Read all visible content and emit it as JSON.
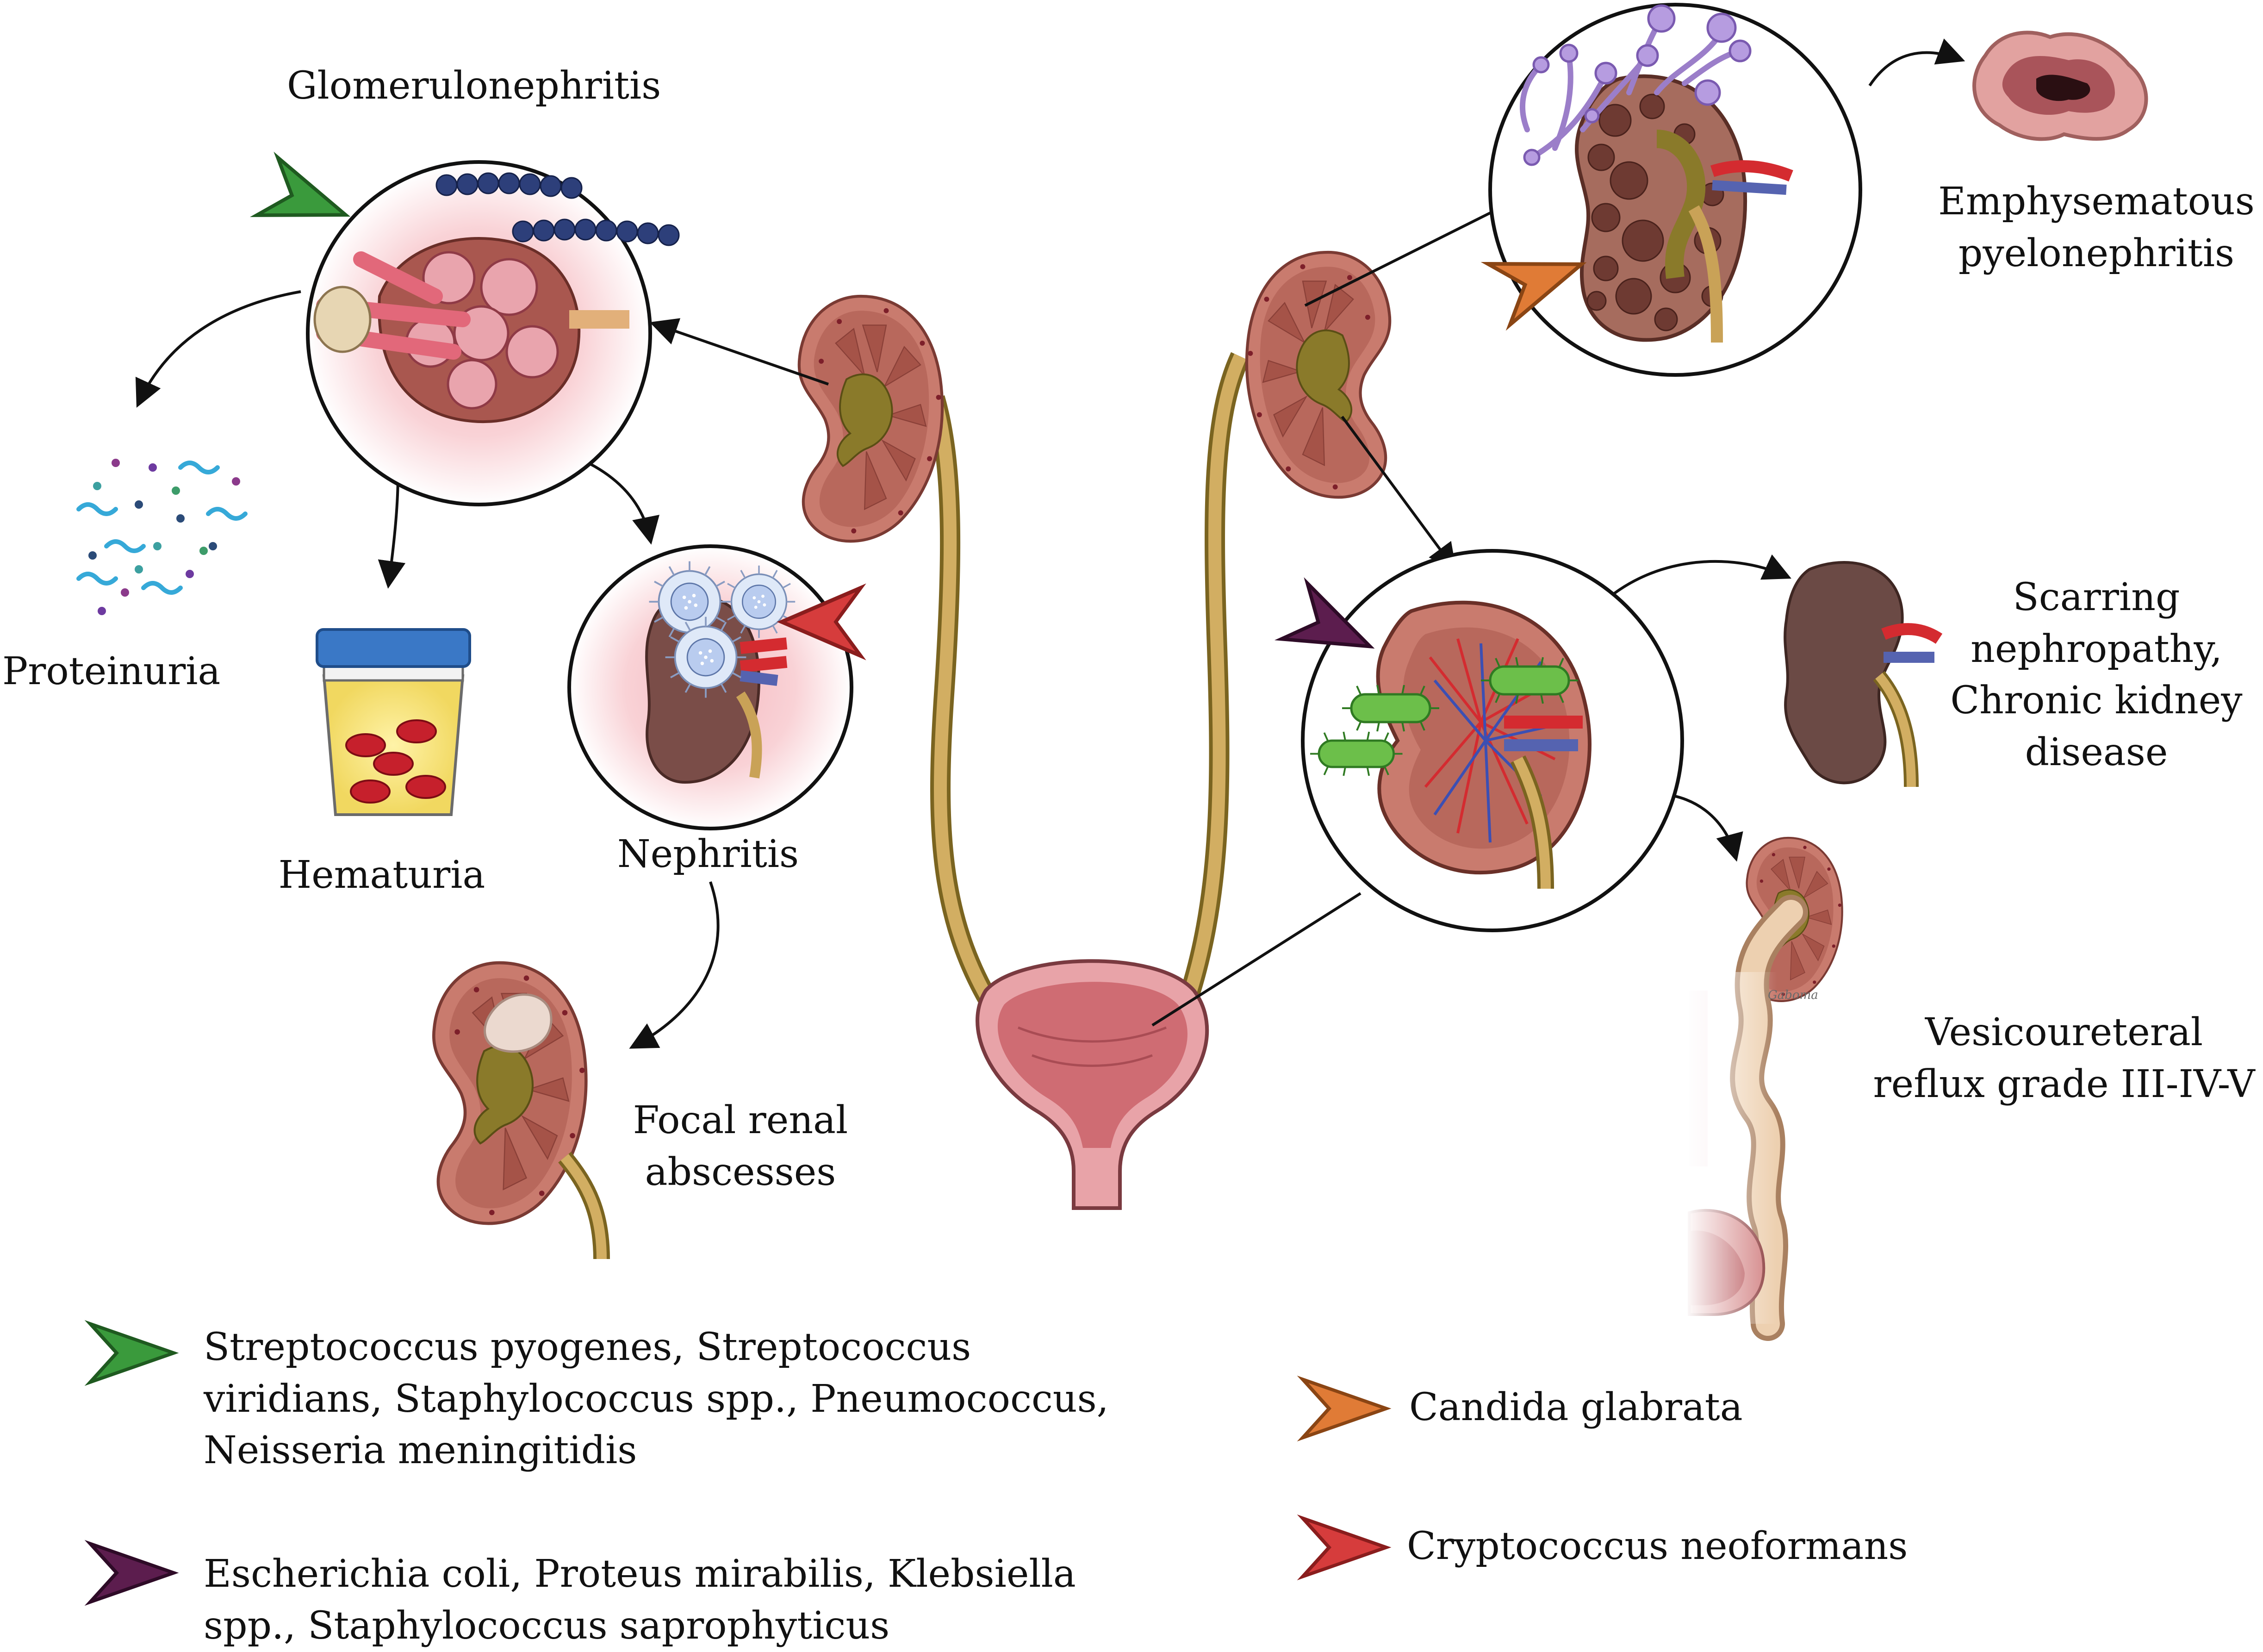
{
  "labels": {
    "glomerulonephritis": "Glomerulonephritis",
    "proteinuria": "Proteinuria",
    "hematuria": "Hematuria",
    "nephritis": "Nephritis",
    "focal_abscesses_line1": "Focal renal",
    "focal_abscesses_line2": "abscesses",
    "emphysematous_line1": "Emphysematous",
    "emphysematous_line2": "pyelonephritis",
    "scarring_line1": "Scarring",
    "scarring_line2": "nephropathy,",
    "scarring_line3": "Chronic kidney",
    "scarring_line4": "disease",
    "vur_line1": "Vesicoureteral",
    "vur_line2": "reflux grade III-IV-V",
    "vur_signature": "Gaboma"
  },
  "legend": {
    "green": {
      "color": "#3a9a3c",
      "line1": "Streptococcus pyogenes, Streptococcus",
      "line2": "viridians, Staphylococcus spp., Pneumococcus,",
      "line3": "Neisseria meningitidis"
    },
    "purple": {
      "color": "#5c1d4e",
      "line1": "Escherichia coli, Proteus mirabilis, Klebsiella",
      "line2": "spp., Staphylococcus saprophyticus"
    },
    "orange": {
      "color": "#e07b36",
      "line1": "Candida glabrata"
    },
    "red": {
      "color": "#d63c3c",
      "line1": "Cryptococcus neoformans"
    }
  },
  "colors": {
    "kidney_cortex": "#c97b6e",
    "kidney_medulla": "#b8685c",
    "pelvis": "#8a7a2a",
    "ureter": "#c9a257",
    "bladder": "#d97f86",
    "artery": "#d42b30",
    "vein": "#5563b0",
    "bacteria_green": "#6cbf4a",
    "chain_blue": "#2d3f7a",
    "fungus_purple": "#a58ad0",
    "rbc": "#c6202c",
    "urine": "#f4e074"
  }
}
